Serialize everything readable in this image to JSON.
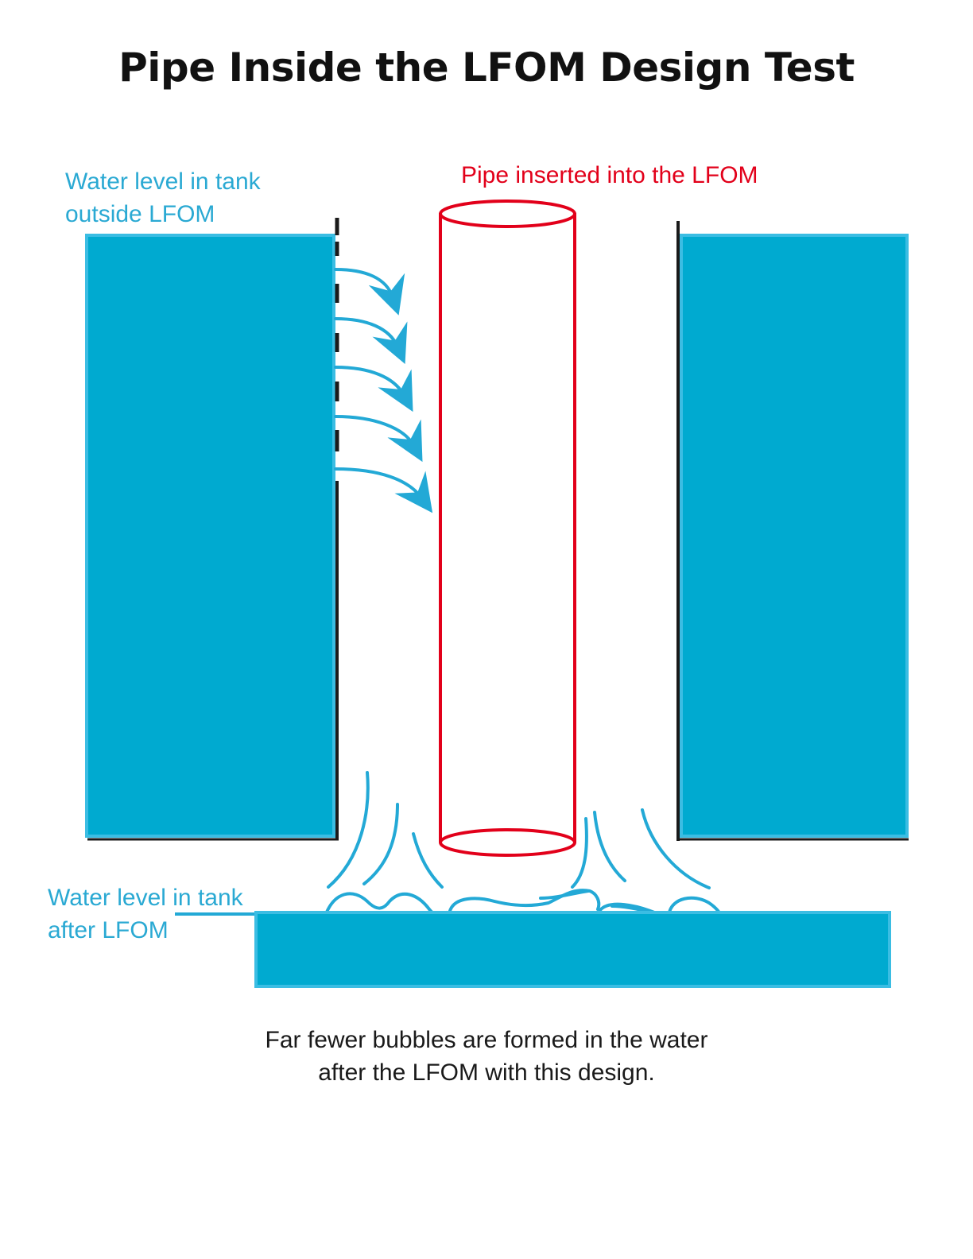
{
  "title": "Pipe Inside the LFOM Design Test",
  "labels": {
    "outside_line1": "Water level in tank",
    "outside_line2": "outside LFOM",
    "after_line1": "Water level in tank",
    "after_line2": "after LFOM",
    "pipe": "Pipe inserted into the LFOM"
  },
  "caption": {
    "line1": "Far fewer bubbles are formed in the water",
    "line2": "after the LFOM with this design."
  },
  "colors": {
    "water": "#00aad0",
    "water_edge": "#3bbde3",
    "pipe": "#e2001a",
    "label_blue": "#2aa9d3",
    "wall": "#1a1a1a"
  }
}
